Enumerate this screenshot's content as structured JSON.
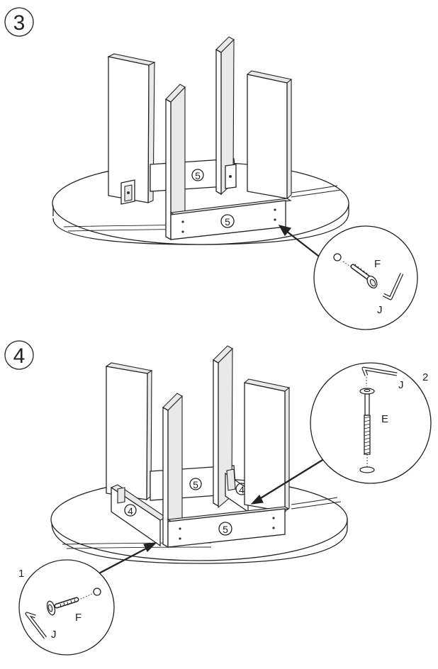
{
  "steps": [
    {
      "number": "3",
      "rail_label": "5",
      "back_rail_label": "5",
      "callout": {
        "part_f": "F",
        "part_j": "J"
      }
    },
    {
      "number": "4",
      "front_rail_label": "5",
      "back_rail_label": "5",
      "side_rail_left_label": "4",
      "side_rail_right_label": "4",
      "callout_1": {
        "number": "1",
        "part_f": "F",
        "part_j": "J"
      },
      "callout_2": {
        "number": "2",
        "part_e": "E",
        "part_j": "J"
      }
    }
  ]
}
